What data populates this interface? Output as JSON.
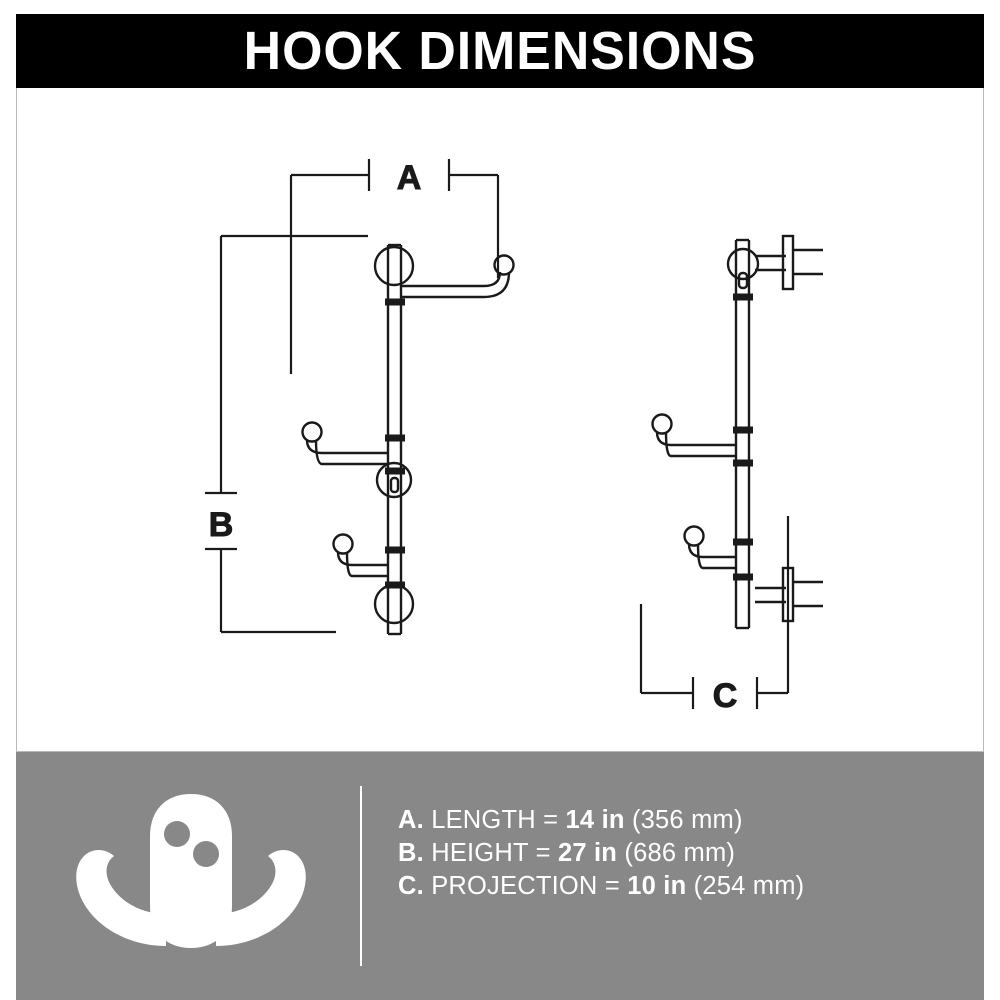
{
  "header": {
    "title": "HOOK DIMENSIONS",
    "background": "#000000",
    "text_color": "#ffffff"
  },
  "panel": {
    "background": "#ffffff",
    "line_color": "#1a1a1a",
    "border_color": "#b9b9b9"
  },
  "diagram": {
    "labels": {
      "a": "A",
      "b": "B",
      "c": "C"
    },
    "views": [
      {
        "name": "front-view",
        "label": "A"
      },
      {
        "name": "side-view",
        "label": "C"
      }
    ]
  },
  "footer": {
    "background": "#888888",
    "text_color": "#ffffff",
    "icon": "double-hook-icon",
    "legend": [
      {
        "key": "A.",
        "name": "LENGTH",
        "eq": "=",
        "value": "14 in",
        "metric": "(356 mm)"
      },
      {
        "key": "B.",
        "name": "HEIGHT",
        "eq": "=",
        "value": "27 in",
        "metric": "(686 mm)"
      },
      {
        "key": "C.",
        "name": "PROJECTION",
        "eq": "=",
        "value": "10 in",
        "metric": "(254 mm)"
      }
    ]
  },
  "measurements": {
    "length_in": "14 in",
    "length_mm": "(356 mm)",
    "height_in": "27 in",
    "height_mm": "(686 mm)",
    "projection_in": "10 in",
    "projection_mm": "(254 mm)"
  }
}
